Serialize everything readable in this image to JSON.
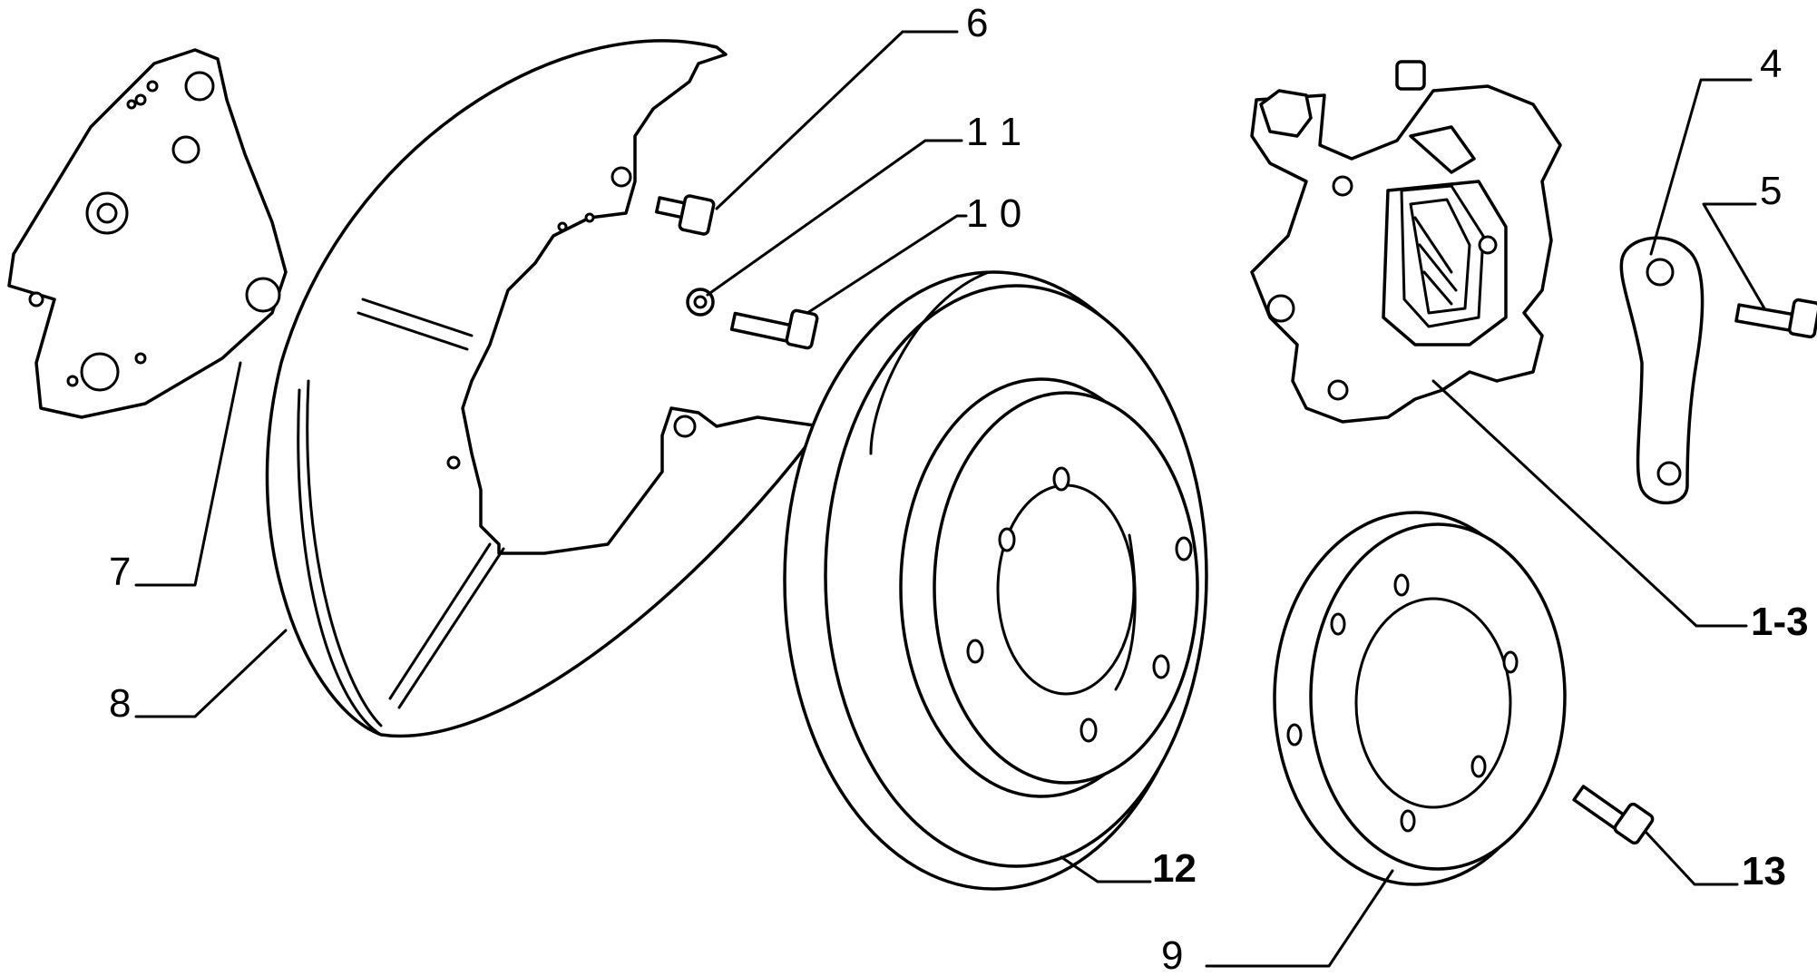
{
  "callouts": {
    "c6": "6",
    "c11": "1 1",
    "c10": "1 0",
    "c4": "4",
    "c5": "5",
    "c7": "7",
    "c8": "8",
    "c13": "1-3",
    "c12": "12",
    "c13b": "13",
    "c9": "9"
  },
  "colors": {
    "line": "#000000",
    "background": "#ffffff"
  }
}
